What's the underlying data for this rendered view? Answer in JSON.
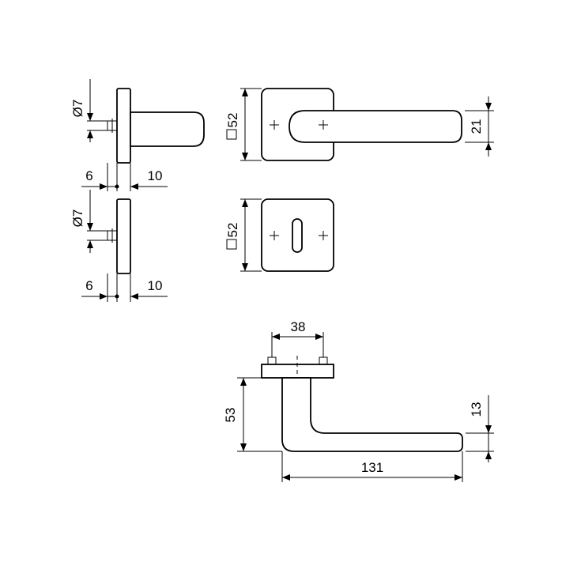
{
  "dimensions": {
    "rosette_diameter_top": "Ø7",
    "rosette_diameter_bottom": "Ø7",
    "rosette_thickness_top": "6",
    "rosette_offset_top": "10",
    "rosette_thickness_bottom": "6",
    "rosette_offset_bottom": "10",
    "rosette_size_handle": "52",
    "rosette_size_key": "52",
    "handle_height_front": "21",
    "pin_spacing": "38",
    "handle_projection": "53",
    "handle_length": "131",
    "lever_thickness": "13"
  },
  "colors": {
    "line": "#000000",
    "background": "#ffffff"
  }
}
